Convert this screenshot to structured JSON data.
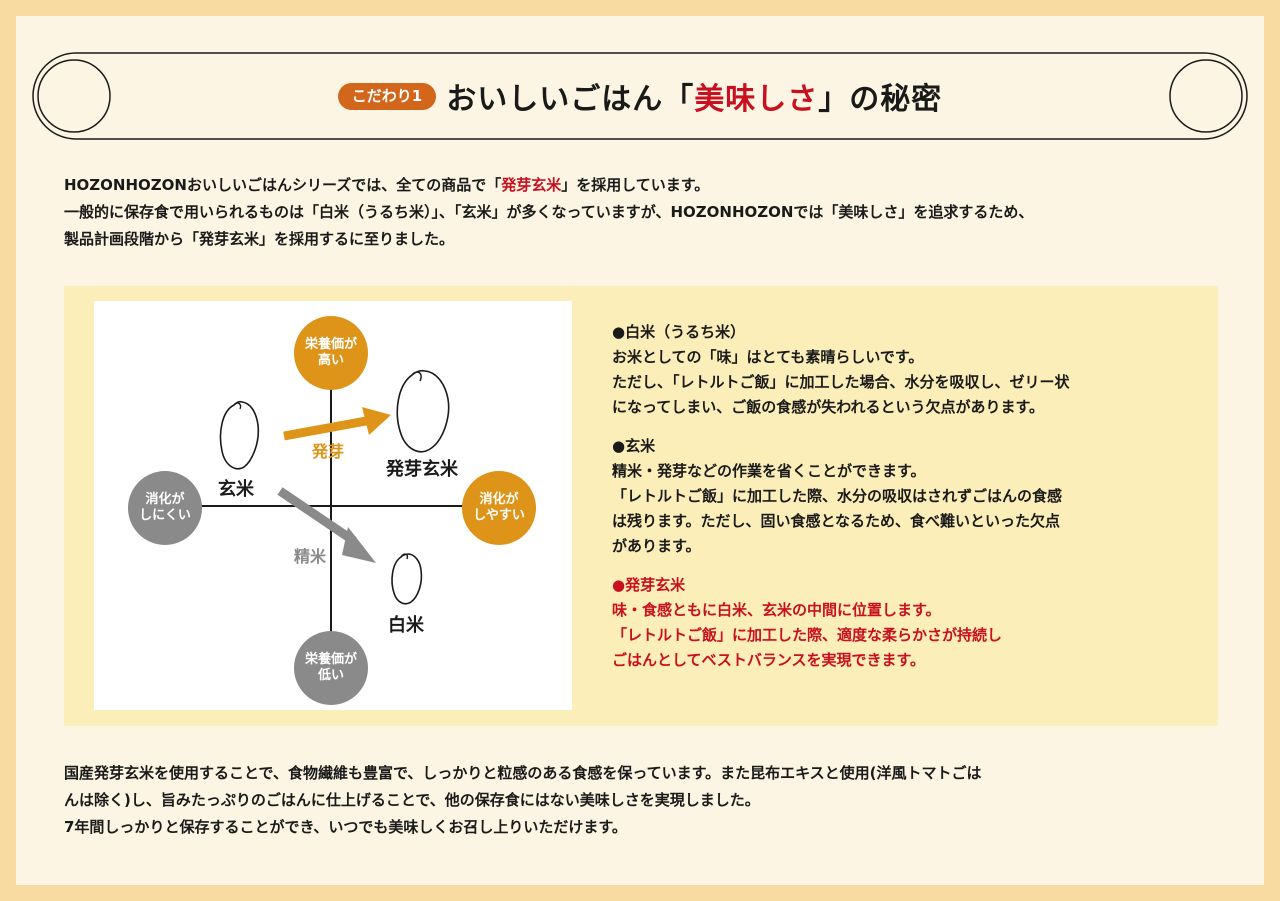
{
  "header": {
    "badge": "こだわり1",
    "title_prefix": "おいしいごはん「",
    "title_accent": "美味しさ",
    "title_suffix": "」の秘密"
  },
  "intro": {
    "line1_a": "HOZONHOZONおいしいごはんシリーズでは、全ての商品で「",
    "line1_accent": "発芽玄米",
    "line1_b": "」を採用しています。",
    "line2": "一般的に保存食で用いられるものは「白米（うるち米）」、「玄米」が多くなっていますが、HOZONHOZONでは「美味しさ」を追求するため、",
    "line3": "製品計画段階から「発芽玄米」を採用するに至りました。"
  },
  "diagram": {
    "top_label_1": "栄養価が",
    "top_label_2": "高い",
    "bottom_label_1": "栄養価が",
    "bottom_label_2": "低い",
    "left_label_1": "消化が",
    "left_label_2": "しにくい",
    "right_label_1": "消化が",
    "right_label_2": "しやすい",
    "genmai": "玄米",
    "hatsuga_genmai": "発芽玄米",
    "hakumai": "白米",
    "arrow_hatsuga": "発芽",
    "arrow_seimai": "精米"
  },
  "descriptions": {
    "hakumai": {
      "heading": "●白米（うるち米）",
      "lines": [
        "お米としての「味」はとても素晴らしいです。",
        "ただし、「レトルトご飯」に加工した場合、水分を吸収し、ゼリー状",
        "になってしまい、ご飯の食感が失われるという欠点があります。"
      ]
    },
    "genmai": {
      "heading": "●玄米",
      "lines": [
        "精米・発芽などの作業を省くことができます。",
        "「レトルトご飯」に加工した際、水分の吸収はされずごはんの食感",
        "は残ります。ただし、固い食感となるため、食べ難いといった欠点",
        "があります。"
      ]
    },
    "hatsuga": {
      "heading": "●発芽玄米",
      "lines": [
        "味・食感ともに白米、玄米の中間に位置します。",
        "「レトルトご飯」に加工した際、適度な柔らかさが持続し",
        "ごはんとしてベストバランスを実現できます。"
      ]
    }
  },
  "outro": {
    "line1": "国産発芽玄米を使用することで、食物繊維も豊富で、しっかりと粒感のある食感を保っています。また昆布エキスと使用(洋風トマトごは",
    "line2": "んは除く)し、旨みたっぷりのごはんに仕上げることで、他の保存食にはない美味しさを実現しました。",
    "line3": "7年間しっかりと保存することができ、いつでも美味しくお召し上りいただけます。"
  },
  "colors": {
    "accent_red": "#c8101e",
    "orange": "#dd9418",
    "gray": "#8a8a8a",
    "badge": "#d2661a"
  }
}
